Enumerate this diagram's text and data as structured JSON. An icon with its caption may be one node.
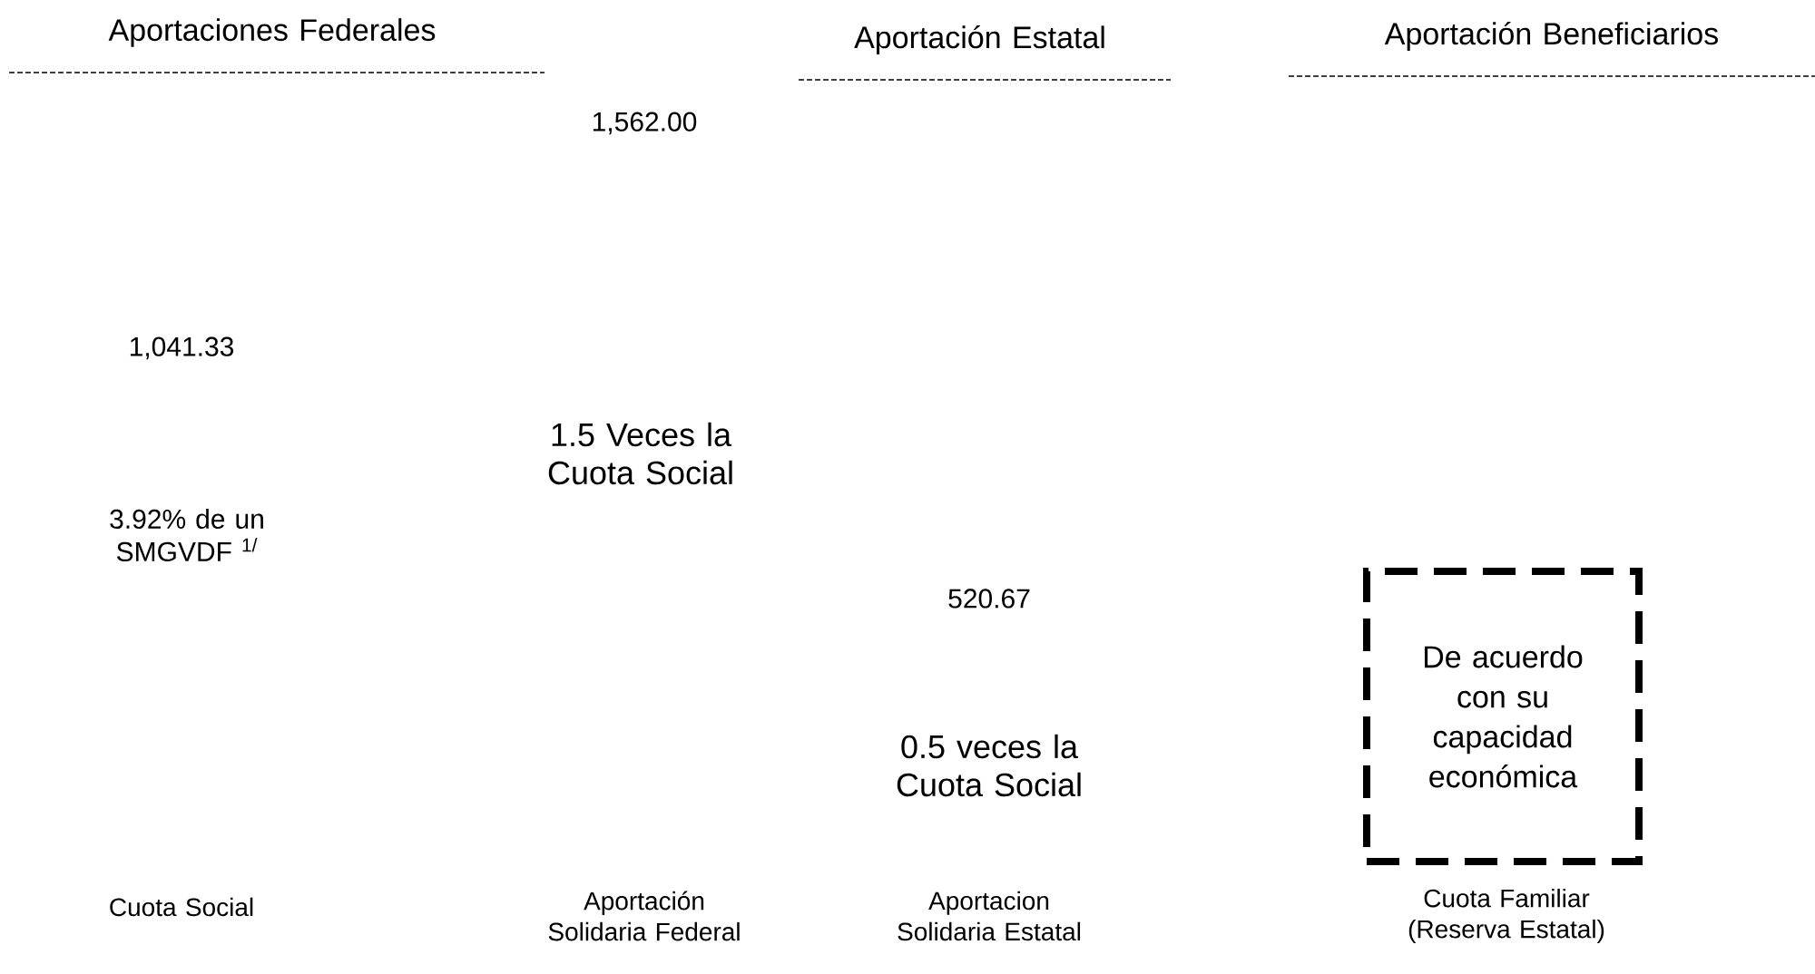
{
  "diagram": {
    "nodes": [
      {
        "text": [
          "De acuerdo con su capacidad económica"
        ]
      }
    ],
    "labels": [
      "Aportaciones Federales",
      "Aportación Estatal",
      "Aportación Beneficiarios",
      "1,562.00",
      "1,041.33",
      "1.5 Veces la Cuota Social",
      "3.92% de un SMGVDF $^{1/}$",
      "520.67",
      "0.5 veces la Cuota Social",
      "Cuota Social",
      "Aportación Solidaria Federal",
      "Aportacion Solidaria Estatal",
      "Cuota Familiar (Reserva Estatal)"
    ]
  }
}
